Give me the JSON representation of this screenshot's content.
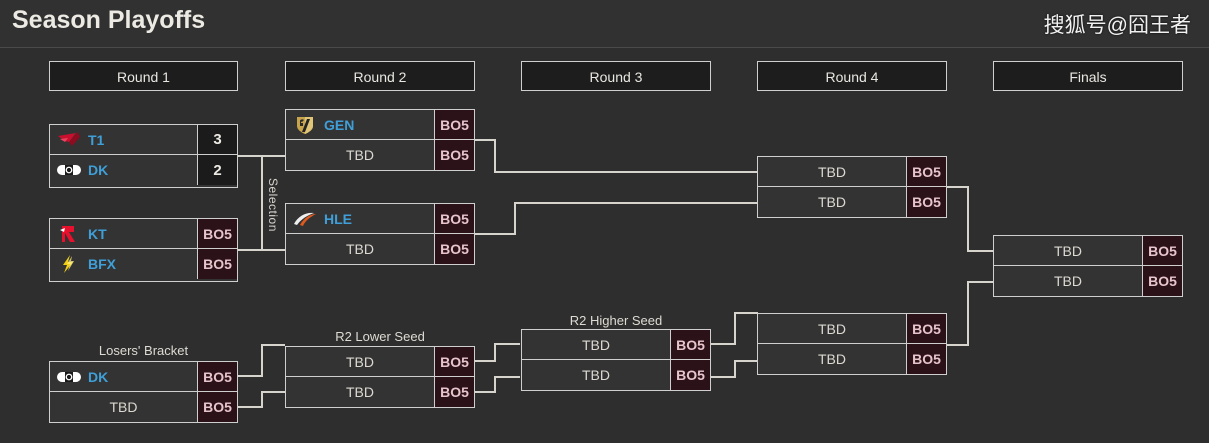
{
  "header": {
    "title": "Season Playoffs",
    "watermark": "搜狐号@囧王者"
  },
  "columns": [
    {
      "key": "r1",
      "label": "Round 1"
    },
    {
      "key": "r2",
      "label": "Round 2"
    },
    {
      "key": "r3",
      "label": "Round 3"
    },
    {
      "key": "r4",
      "label": "Round 4"
    },
    {
      "key": "finals",
      "label": "Finals"
    }
  ],
  "labels": {
    "selection": "Selection",
    "losers_bracket": "Losers' Bracket",
    "r2_lower_seed": "R2 Lower Seed",
    "r2_higher_seed": "R2 Higher Seed"
  },
  "matches": {
    "r1_m1": {
      "top": {
        "team": "T1",
        "logo": "t1-logo",
        "score": "3"
      },
      "bottom": {
        "team": "DK",
        "logo": "dk-logo",
        "score": "2"
      }
    },
    "r1_m2": {
      "top": {
        "team": "KT",
        "logo": "kt-logo",
        "score": "BO5"
      },
      "bottom": {
        "team": "BFX",
        "logo": "bfx-logo",
        "score": "BO5"
      }
    },
    "r2_m1": {
      "top": {
        "team": "GEN",
        "logo": "gen-logo",
        "score": "BO5"
      },
      "bottom": {
        "team": "TBD",
        "logo": "none",
        "score": "BO5"
      }
    },
    "r2_m2": {
      "top": {
        "team": "HLE",
        "logo": "hle-logo",
        "score": "BO5"
      },
      "bottom": {
        "team": "TBD",
        "logo": "none",
        "score": "BO5"
      }
    },
    "losers_m1": {
      "top": {
        "team": "DK",
        "logo": "dk-logo",
        "score": "BO5"
      },
      "bottom": {
        "team": "TBD",
        "logo": "none",
        "score": "BO5"
      }
    },
    "r2_lower": {
      "top": {
        "team": "TBD",
        "logo": "none",
        "score": "BO5"
      },
      "bottom": {
        "team": "TBD",
        "logo": "none",
        "score": "BO5"
      }
    },
    "r2_higher": {
      "top": {
        "team": "TBD",
        "logo": "none",
        "score": "BO5"
      },
      "bottom": {
        "team": "TBD",
        "logo": "none",
        "score": "BO5"
      }
    },
    "r4_upper": {
      "top": {
        "team": "TBD",
        "logo": "none",
        "score": "BO5"
      },
      "bottom": {
        "team": "TBD",
        "logo": "none",
        "score": "BO5"
      }
    },
    "r4_lower": {
      "top": {
        "team": "TBD",
        "logo": "none",
        "score": "BO5"
      },
      "bottom": {
        "team": "TBD",
        "logo": "none",
        "score": "BO5"
      }
    },
    "finals_m": {
      "top": {
        "team": "TBD",
        "logo": "none",
        "score": "BO5"
      },
      "bottom": {
        "team": "TBD",
        "logo": "none",
        "score": "BO5"
      }
    }
  },
  "colors": {
    "background": "#2e2e2e",
    "header_bar": "#313131",
    "box_fill": "#333333",
    "box_border": "#cfcfcf",
    "team_name": "#3f9fd8",
    "bo5_bg": "#2a1218",
    "bo5_text": "#e8c4cd",
    "score_bg": "#1b1b1b",
    "text": "#e8e6e0",
    "t1_red": "#c8102e",
    "kt_red": "#e8112d",
    "bfx_yellow": "#f2cf13",
    "gen_gold": "#c8a44d",
    "hle_orange": "#e05a1e"
  }
}
